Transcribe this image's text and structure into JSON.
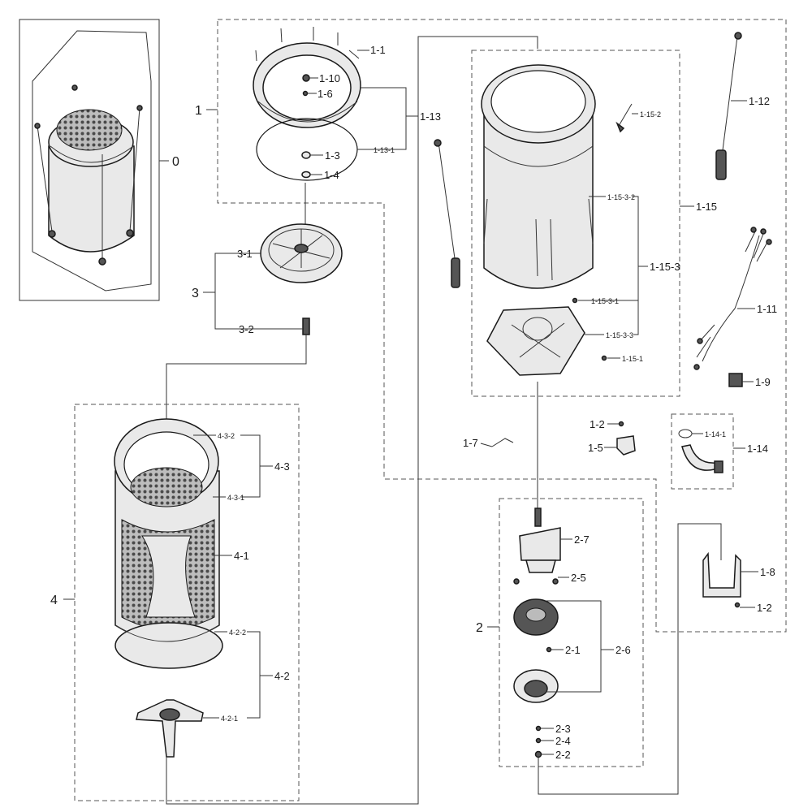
{
  "labels": {
    "g0": "0",
    "g1": "1",
    "p1_1": "1-1",
    "p1_10": "1-10",
    "p1_6": "1-6",
    "p1_13": "1-13",
    "p1_13_1": "1-13-1",
    "p1_3": "1-3",
    "p1_4": "1-4",
    "g3": "3",
    "p3_1": "3-1",
    "p3_2": "3-2",
    "g4": "4",
    "p4_3_2": "4-3-2",
    "p4_3": "4-3",
    "p4_3_1": "4-3-1",
    "p4_1": "4-1",
    "p4_2_2": "4-2-2",
    "p4_2": "4-2",
    "p4_2_1": "4-2-1",
    "p1_15_2": "1-15-2",
    "p1_12": "1-12",
    "p1_15_3_2": "1-15-3-2",
    "p1_15": "1-15",
    "p1_15_3": "1-15-3",
    "p1_15_3_1": "1-15-3-1",
    "p1_15_3_3": "1-15-3-3",
    "p1_15_1": "1-15-1",
    "p1_11": "1-11",
    "p1_9": "1-9",
    "p1_2a": "1-2",
    "p1_5": "1-5",
    "p1_7": "1-7",
    "p1_14_1": "1-14-1",
    "p1_14": "1-14",
    "g2": "2",
    "p2_7": "2-7",
    "p2_5": "2-5",
    "p2_1": "2-1",
    "p2_6": "2-6",
    "p2_3": "2-3",
    "p2_4": "2-4",
    "p2_2": "2-2",
    "p1_8": "1-8",
    "p1_2b": "1-2"
  },
  "colors": {
    "line": "#333333",
    "part_fill": "#e9e9e9",
    "dark_part": "#555555",
    "background": "#ffffff"
  }
}
